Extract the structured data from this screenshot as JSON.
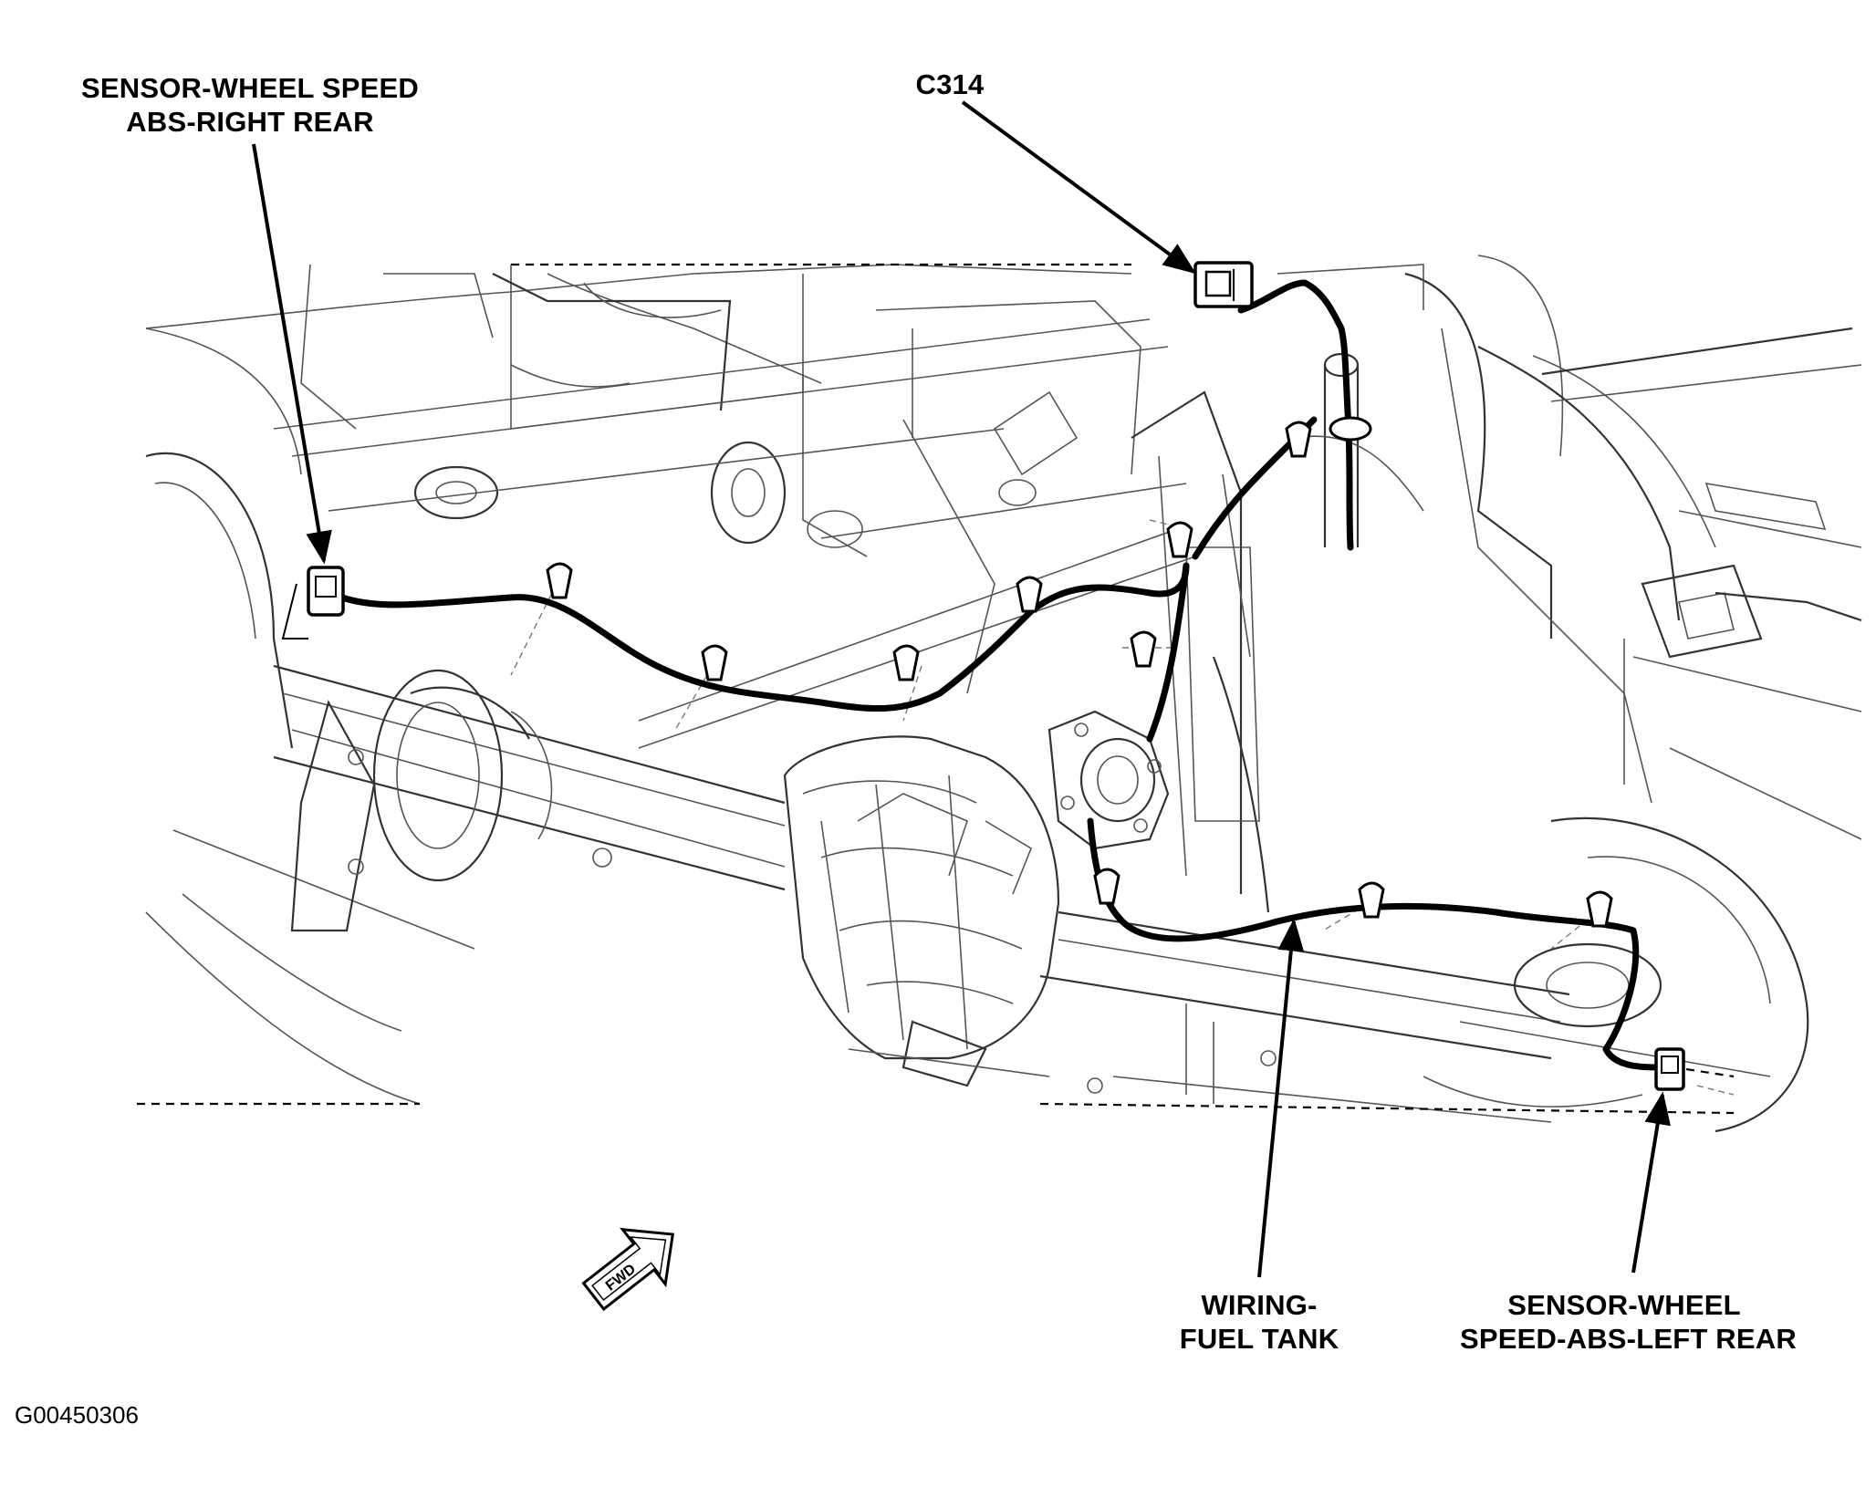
{
  "labels": {
    "sensor_right_rear": {
      "line1": "SENSOR-WHEEL SPEED",
      "line2": "ABS-RIGHT REAR"
    },
    "connector": {
      "line1": "C314"
    },
    "wiring_fuel_tank": {
      "line1": "WIRING-",
      "line2": "FUEL TANK"
    },
    "sensor_left_rear": {
      "line1": "SENSOR-WHEEL",
      "line2": "SPEED-ABS-LEFT REAR"
    },
    "fwd_arrow": "FWD"
  },
  "figure_id": "G00450306",
  "colors": {
    "ink": "#000000",
    "paper": "#ffffff",
    "linework": "#555555"
  }
}
